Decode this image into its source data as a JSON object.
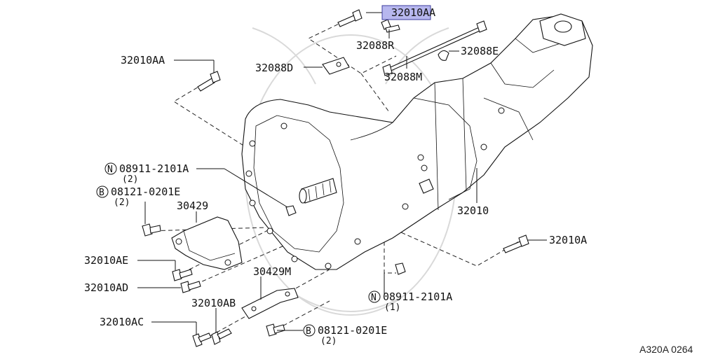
{
  "diagram_code": "A320A 0264",
  "callouts": {
    "top_selected": "32010AA",
    "left_top_bolt": "32010AA",
    "bolt_32088R": "32088R",
    "bracket_32088D": "32088D",
    "clip_32088E": "32088E",
    "rod_32088M": "32088M",
    "nut_top_left": "08911-2101A",
    "nut_top_left_symbol": "N",
    "nut_top_left_qty": "(2)",
    "bolt_top_left": "08121-0201E",
    "bolt_top_left_symbol": "B",
    "bolt_top_left_qty": "(2)",
    "bracket_30429": "30429",
    "transmission": "32010",
    "bolt_right": "32010A",
    "bolt_AE": "32010AE",
    "bolt_AD": "32010AD",
    "bracket_30429M": "30429M",
    "bolt_AB": "32010AB",
    "bolt_AC": "32010AC",
    "nut_bottom": "08911-2101A",
    "nut_bottom_symbol": "N",
    "nut_bottom_qty": "(1)",
    "bolt_bottom": "08121-0201E",
    "bolt_bottom_symbol": "B",
    "bolt_bottom_qty": "(2)"
  },
  "colors": {
    "highlight": "#b7b7ee",
    "lines": "#111111",
    "watermark": "#d9d9d9"
  }
}
